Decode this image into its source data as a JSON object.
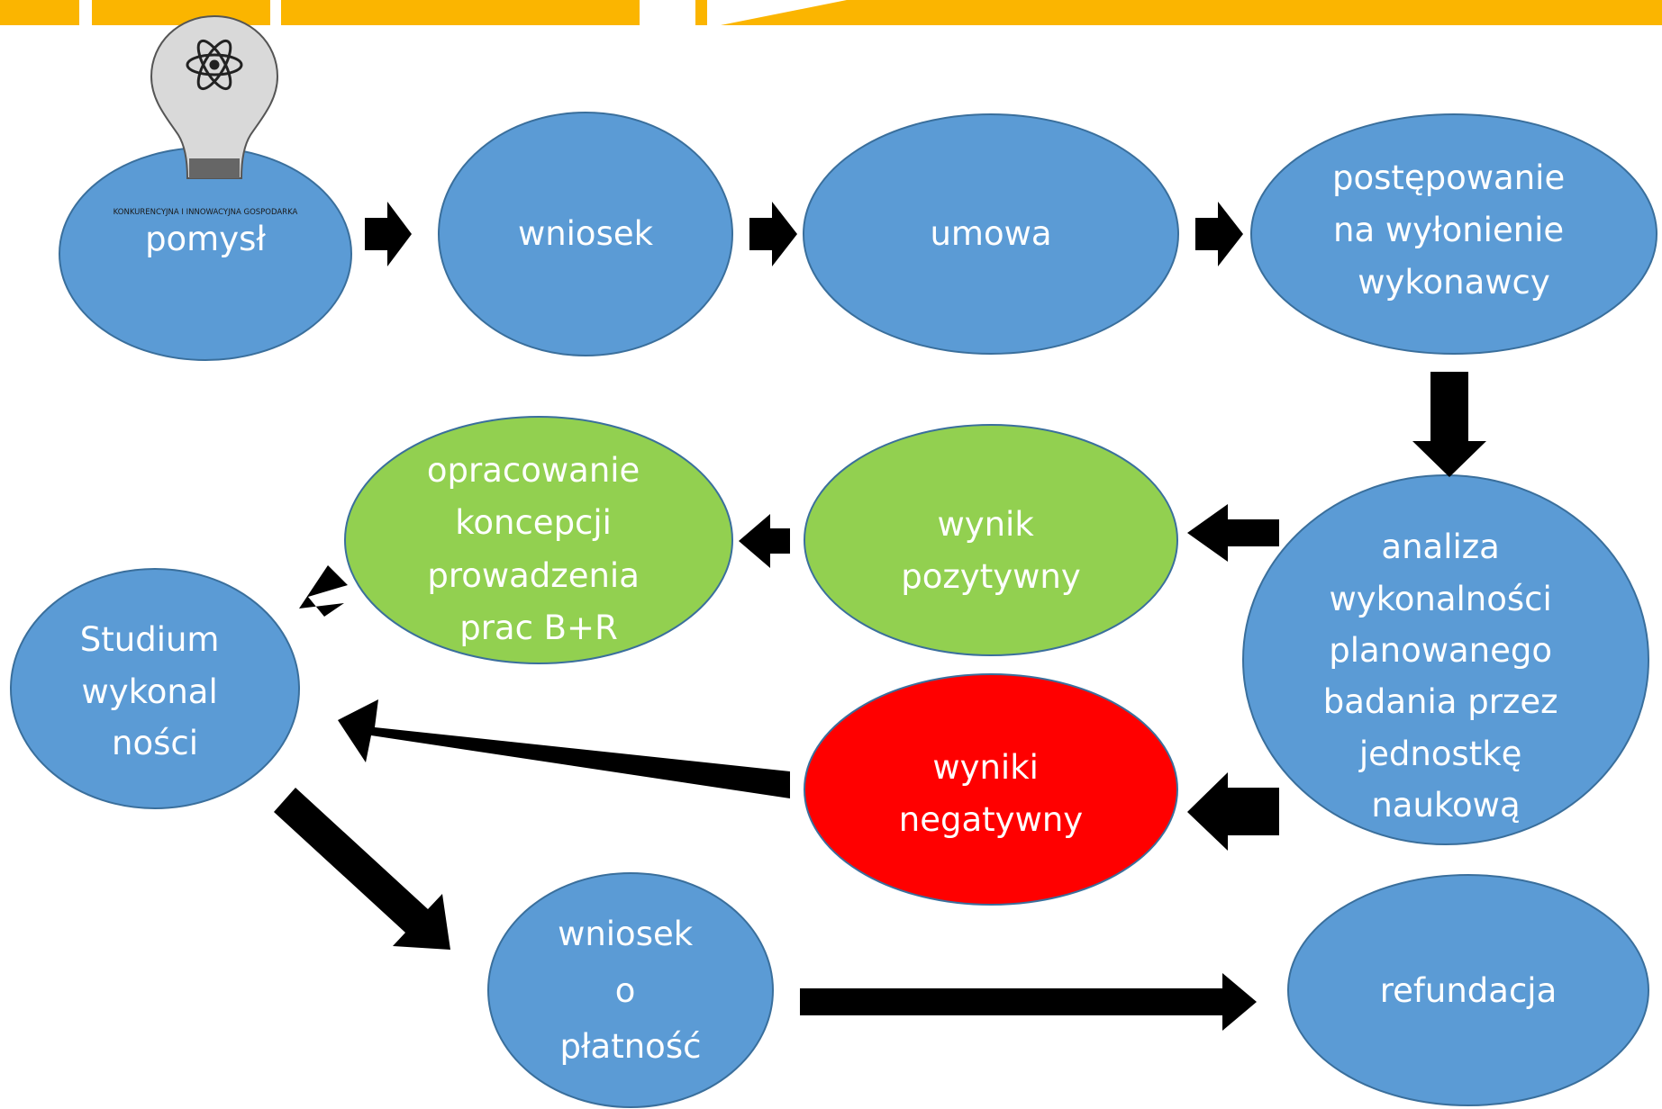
{
  "colors": {
    "node_blue": "#5b9bd5",
    "node_green": "#92d050",
    "node_red": "#ff0000",
    "label_white": "#ffffff",
    "arrow_black": "#000000",
    "banner_orange": "#fbb500",
    "bulb_gray": "#d9d9d9"
  },
  "logo": {
    "icon": "lightbulb-atom-icon",
    "caption": "KONKURENCYJNA I INNOWACYJNA GOSPODARKA"
  },
  "nodes": {
    "pomysl": "pomysł",
    "wniosek": "wniosek",
    "umowa": "umowa",
    "postepowanie": [
      "postępowanie",
      "na wyłonienie",
      "wykonawcy"
    ],
    "analiza": [
      "analiza",
      "wykonalności",
      "planowanego",
      "badania przez",
      "jednostkę",
      "naukową"
    ],
    "wynik_pozytywny": [
      "wynik",
      "pozytywny"
    ],
    "opracowanie": [
      "opracowanie",
      "koncepcji",
      "prowadzenia",
      "prac B+R"
    ],
    "studium": [
      "Studium",
      "wykonal",
      "ności"
    ],
    "wyniki_negatywny": [
      "wyniki",
      "negatywny"
    ],
    "wniosek_platnosc": [
      "wniosek",
      "o",
      "płatność"
    ],
    "refundacja": "refundacja"
  }
}
